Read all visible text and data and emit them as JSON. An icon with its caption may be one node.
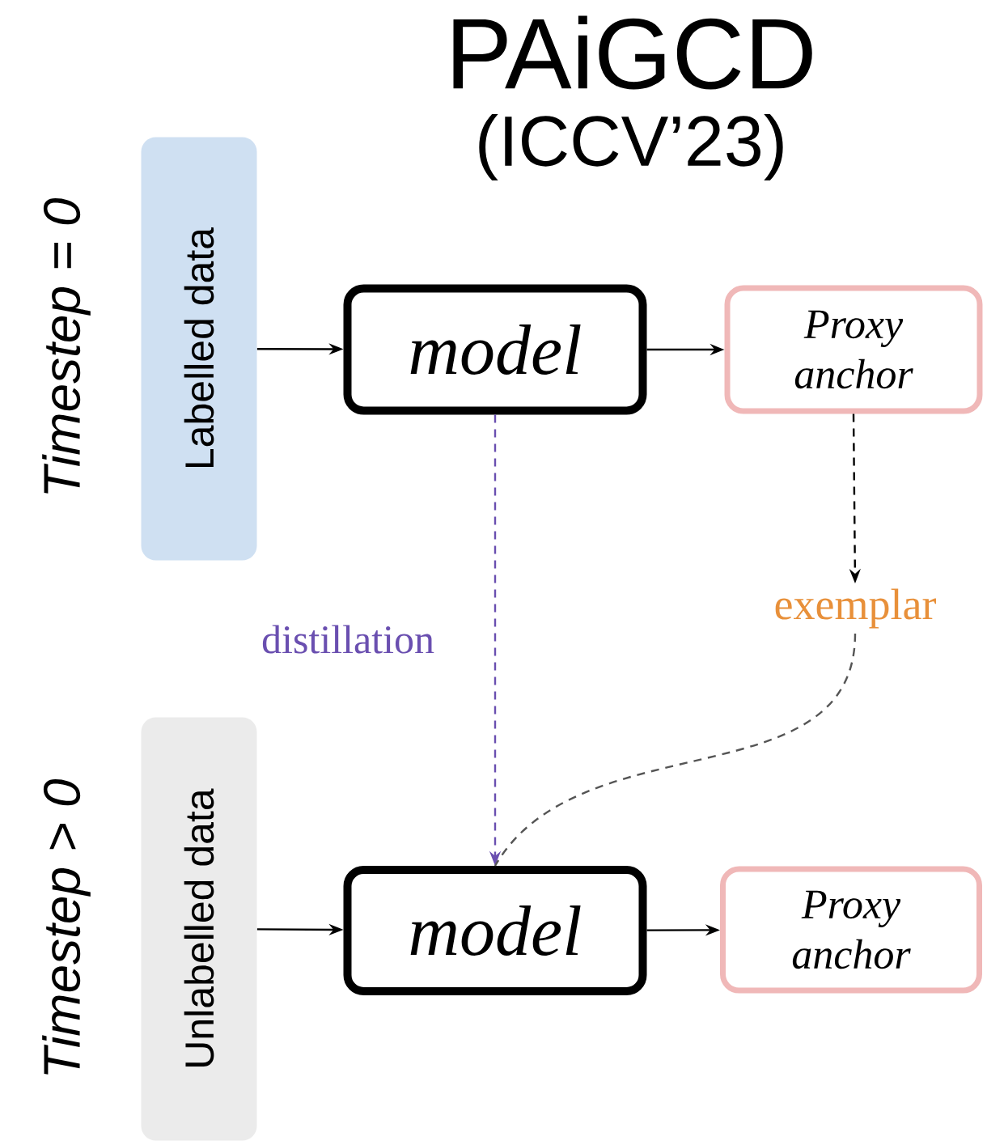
{
  "diagram": {
    "title": "PAiGCD",
    "nodes": [
      {
        "text": [
          "Labelled data"
        ]
      },
      {
        "text": [
          "model"
        ]
      },
      {
        "text": [
          "Proxy anchor"
        ]
      },
      {
        "text": [
          "exemplar"
        ]
      },
      {
        "text": [
          "Unlabelled data"
        ]
      },
      {
        "text": [
          "model"
        ]
      },
      {
        "text": [
          "Proxy anchor"
        ]
      }
    ],
    "edges": [
      {
        "from": 0,
        "to": 1,
        "arrow": "to"
      },
      {
        "from": 1,
        "to": 2,
        "arrow": "to"
      },
      {
        "from": 2,
        "to": 3,
        "arrow": "to",
        "style": "dashed"
      },
      {
        "from": 1,
        "to": 5,
        "arrow": "to",
        "style": "dashed",
        "color": "#6a4fb0",
        "label": "distillation"
      },
      {
        "from": 3,
        "to": 5,
        "arrow": "none",
        "style": "dashed",
        "color": "#555555"
      },
      {
        "from": 4,
        "to": 5,
        "arrow": "to"
      },
      {
        "from": 5,
        "to": 6,
        "arrow": "to"
      }
    ],
    "labels": [
      "(ICCV’23)",
      "Timestep = 0",
      "Timestep > 0"
    ]
  }
}
